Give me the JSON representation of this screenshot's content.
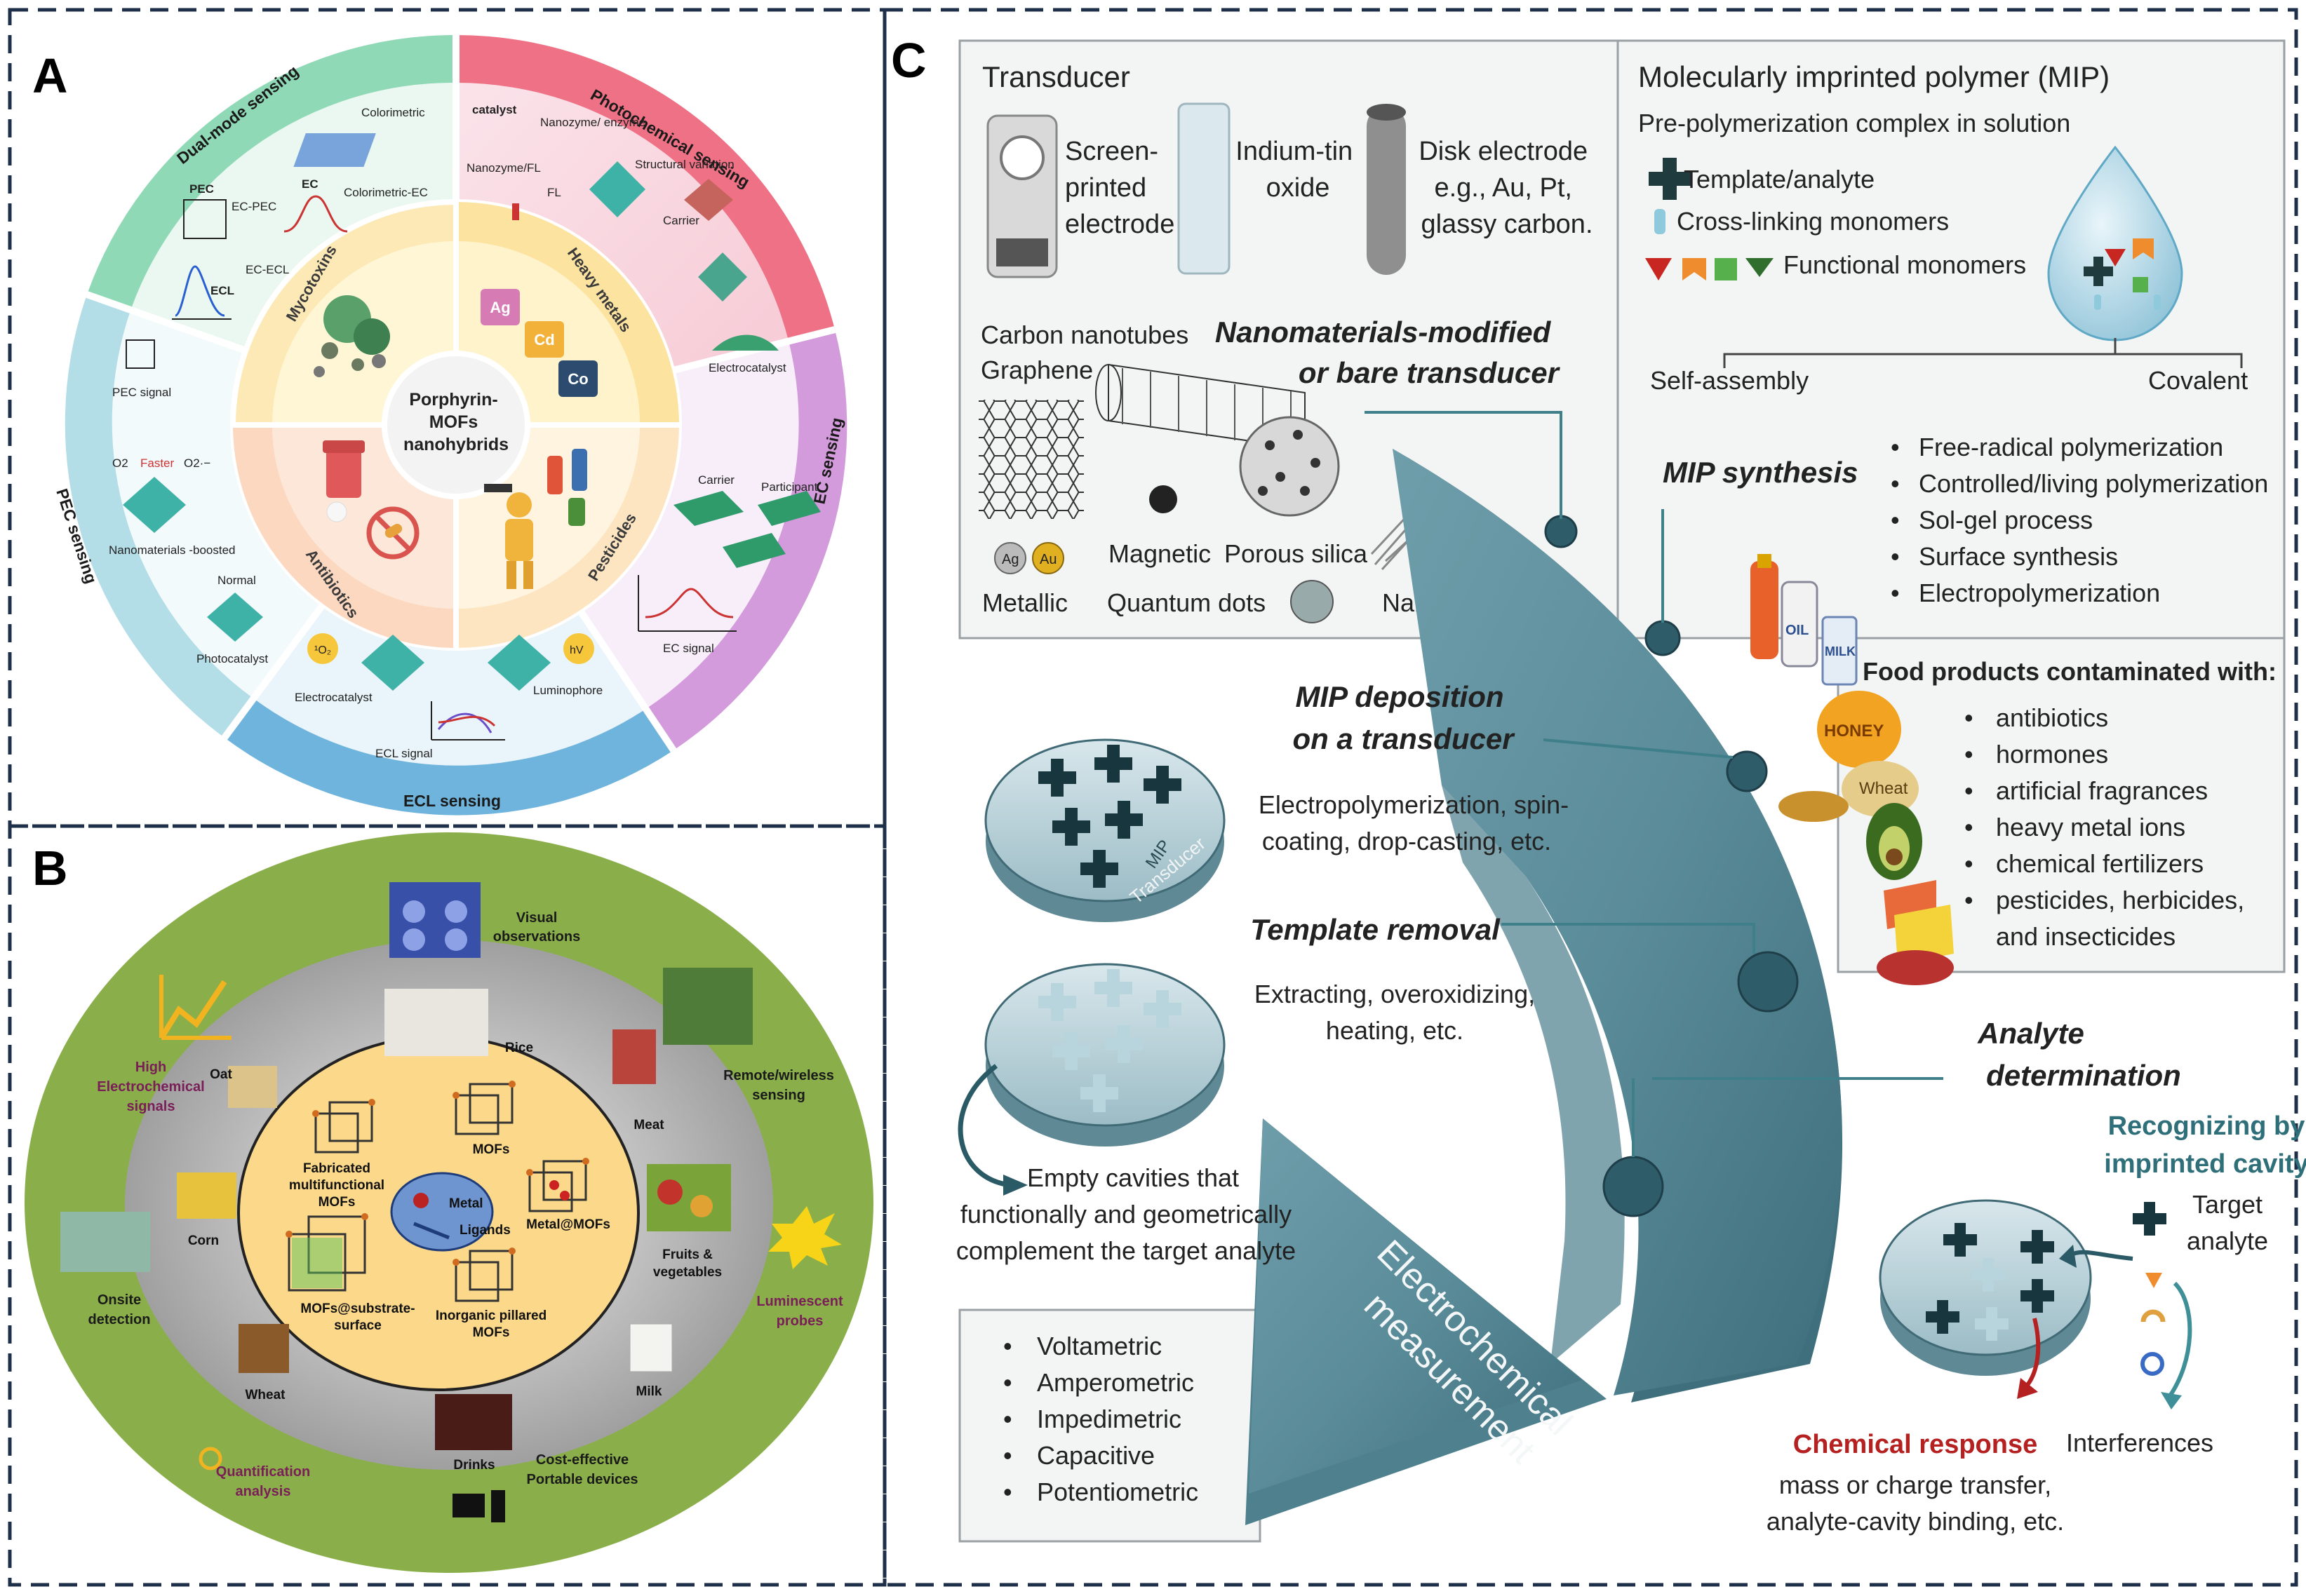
{
  "panelA": {
    "letter": "A",
    "center": [
      "Porphyrin-",
      "MOFs",
      "nanohybrids"
    ],
    "outer": {
      "dual": "Dual-mode sensing",
      "photo": "Photochemical sensing",
      "ec": "EC sensing",
      "ecl": "ECL sensing",
      "pec": "PEC sensing"
    },
    "inner": {
      "myco": "Mycotoxins",
      "heavy": "Heavy metals",
      "pest": "Pesticides",
      "anti": "Antibiotics"
    },
    "elements": [
      "Ag",
      "Cd",
      "Co"
    ],
    "labels": {
      "colorimetric": "Colorimetric",
      "pec": "PEC",
      "ec": "EC",
      "ecpec": "EC-PEC",
      "colorec": "Colorimetric-EC",
      "ececl": "EC-ECL",
      "ecl": "ECL",
      "catalyst": "catalyst",
      "nanozyme_enzyme": "Nanozyme/ enzyme",
      "nanozyme_fl": "Nanozyme/FL",
      "fl": "FL",
      "structural": "Structural variation",
      "carrier": "Carrier",
      "electrocatalyst": "Electrocatalyst",
      "carrier2": "Carrier",
      "participant": "Participant",
      "ec_signal": "EC signal",
      "pec_signal": "PEC signal",
      "faster": "Faster",
      "o2": "O2",
      "o2m": "O2·−",
      "nano_boosted": "Nanomaterials -boosted",
      "normal": "Normal",
      "photocatalyst": "Photocatalyst",
      "electrocatalyst2": "Electrocatalyst",
      "luminophore": "Luminophore",
      "ecl_signal": "ECL signal",
      "o2s": "¹O₂",
      "hv": "hV"
    }
  },
  "panelB": {
    "letter": "B",
    "outer": {
      "visual": "Visual observations",
      "remote": "Remote/wireless sensing",
      "lum": "Luminescent probes",
      "cost": "Cost-effective Portable devices",
      "quant": "Quantification analysis",
      "onsite": "Onsite detection",
      "high": "High Electrochemical signals"
    },
    "foods": {
      "rice": "Rice",
      "meat": "Meat",
      "fruits": "Fruits & vegetables",
      "milk": "Milk",
      "drinks": "Drinks",
      "wheat": "Wheat",
      "corn": "Corn",
      "oat": "Oat"
    },
    "mofs": {
      "fab": "Fabricated multifunctional MOFs",
      "mofs": "MOFs",
      "metal": "Metal@MOFs",
      "inorg": "Inorganic pillared MOFs",
      "sub": "MOFs@substrate- surface",
      "center1": "Metal",
      "center2": "Ligands"
    }
  },
  "panelC": {
    "letter": "C",
    "transducer_title": "Transducer",
    "spe": [
      "Screen-",
      "printed",
      "electrode"
    ],
    "ito": [
      "Indium-tin",
      "oxide"
    ],
    "disk": [
      "Disk electrode",
      "e.g., Au, Pt,",
      "glassy carbon."
    ],
    "cnt": "Carbon nanotubes",
    "graphene": "Graphene",
    "nano_mod": [
      "Nanomaterials-modified",
      "or bare transducer"
    ],
    "metallic": "Metallic",
    "magnetic": "Magnetic",
    "porous": "Porous silica",
    "qdots": "Quantum dots",
    "nanowires": "Nanowires",
    "ag": "Ag",
    "au": "Au",
    "mip_title": "Molecularly imprinted polymer (MIP)",
    "prepoly": "Pre-polymerization complex in solution",
    "template": "Template/analyte",
    "crosslink": "Cross-linking monomers",
    "functional": "Functional monomers",
    "self": "Self-assembly",
    "covalent": "Covalent",
    "mip_synth": "MIP synthesis",
    "synth_list": [
      "Free-radical polymerization",
      "Controlled/living polymerization",
      "Sol-gel process",
      "Surface synthesis",
      "Electropolymerization"
    ],
    "food_title": "Food products contaminated with:",
    "food_list": [
      "antibiotics",
      "hormones",
      "artificial fragrances",
      "heavy metal ions",
      "chemical fertilizers",
      "pesticides, herbicides,",
      "and insecticides"
    ],
    "food_tags": {
      "milk": "MILK",
      "oil": "OIL",
      "honey": "HONEY",
      "wheat": "Wheat"
    },
    "deposition": [
      "MIP deposition",
      "on a transducer"
    ],
    "deposition_desc": [
      "Electropolymerization, spin-",
      "coating, drop-casting, etc."
    ],
    "disk_mip": "MIP",
    "disk_trans": "Transducer",
    "removal": "Template  removal",
    "removal_desc": [
      "Extracting, overoxidizing,",
      "heating, etc."
    ],
    "cavities": [
      "Empty cavities that",
      "functionally and geometrically",
      "complement the target analyte"
    ],
    "analyte": [
      "Analyte",
      "determination"
    ],
    "recognizing": [
      "Recognizing by",
      "imprinted cavity"
    ],
    "target": [
      "Target",
      "analyte"
    ],
    "interferences": "Interferences",
    "chem_resp": "Chemical response",
    "chem_desc": [
      "mass or charge transfer,",
      "analyte-cavity binding, etc."
    ],
    "electrochem": [
      "Electrochemical",
      "measurement"
    ],
    "measure_list": [
      "Voltametric",
      "Amperometric",
      "Impedimetric",
      "Capacitive",
      "Potentiometric"
    ]
  }
}
